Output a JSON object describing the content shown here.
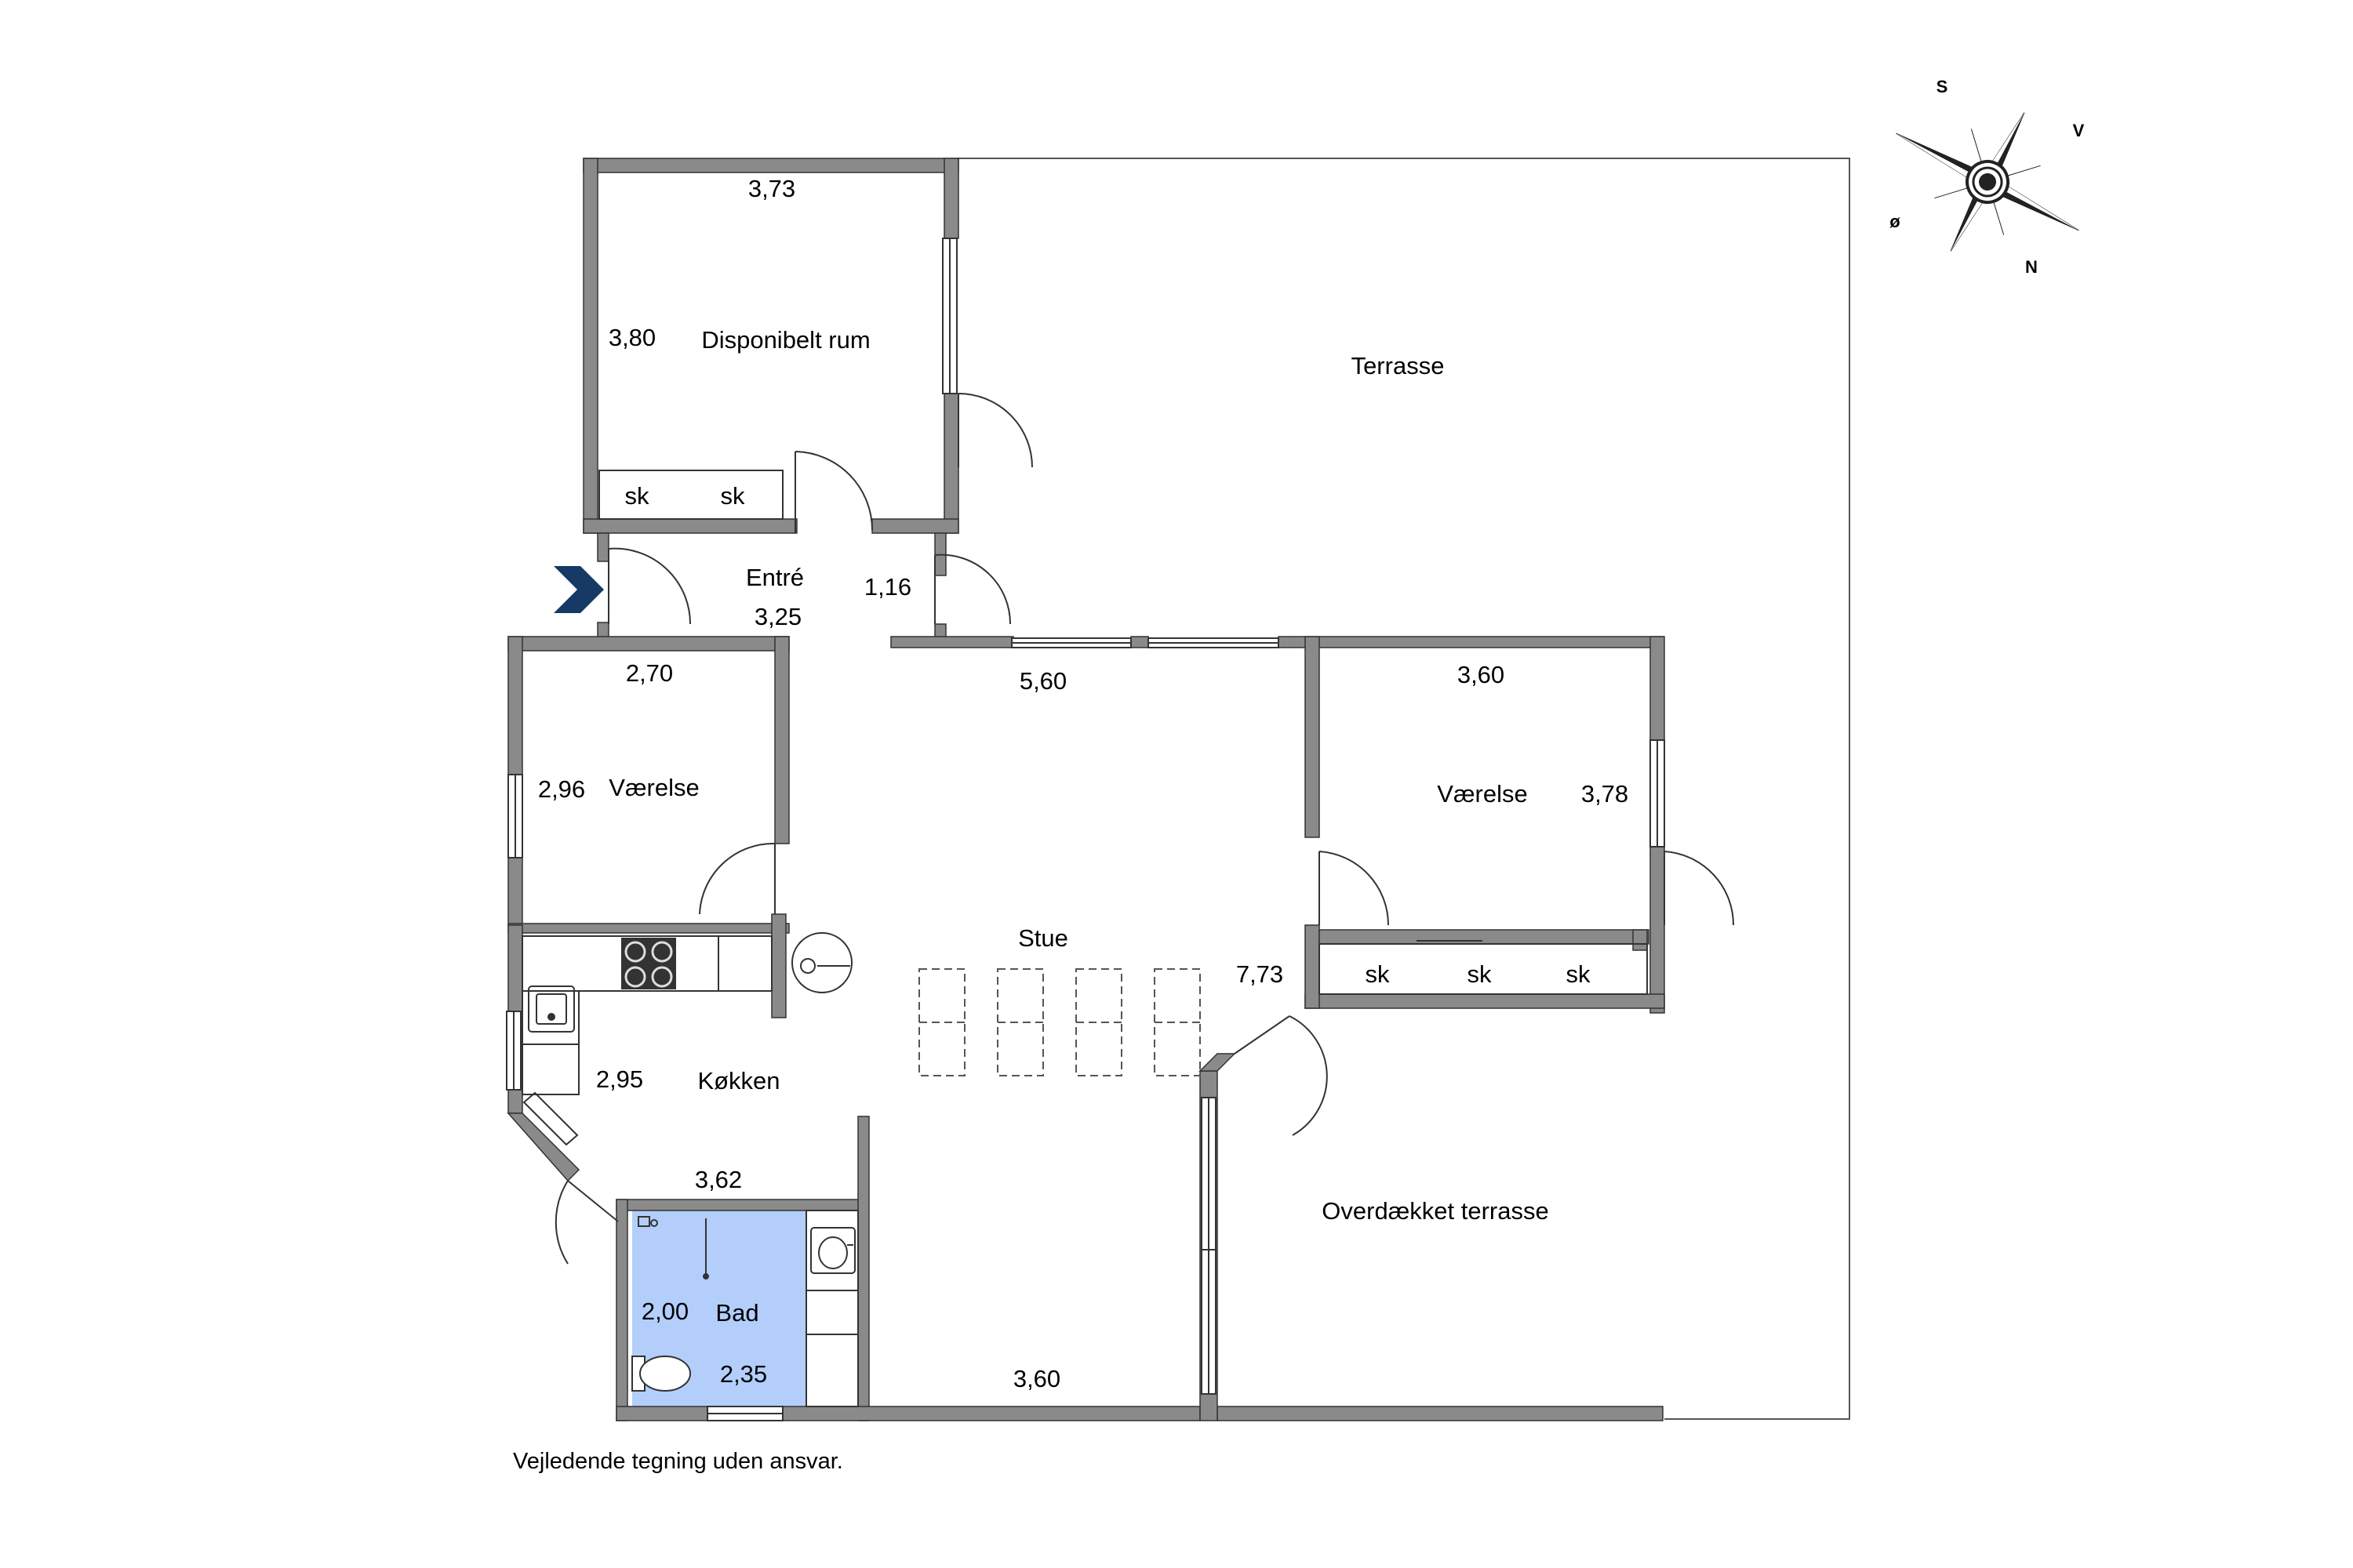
{
  "rooms": {
    "disponibelt": {
      "name": "Disponibelt rum",
      "width": "3,73",
      "depth": "3,80",
      "closet_a": "sk",
      "closet_b": "sk"
    },
    "terrasse": {
      "name": "Terrasse"
    },
    "entre": {
      "name": "Entré",
      "dim_a": "3,25",
      "dim_b": "1,16"
    },
    "vaerelse_left": {
      "name": "Værelse",
      "width": "2,70",
      "depth": "2,96"
    },
    "vaerelse_right": {
      "name": "Værelse",
      "width": "3,60",
      "depth": "3,78",
      "closet_a": "sk",
      "closet_b": "sk",
      "closet_c": "sk"
    },
    "stue": {
      "name": "Stue",
      "width_top": "5,60",
      "depth": "7,73",
      "width_bottom": "3,60"
    },
    "koekken": {
      "name": "Køkken",
      "depth": "2,95",
      "width": "3,62"
    },
    "bad": {
      "name": "Bad",
      "depth": "2,00",
      "width": "2,35",
      "fill": "#b3cefb"
    },
    "overdaekket": {
      "name": "Overdækket terrasse"
    }
  },
  "compass": {
    "s": "S",
    "v": "V",
    "oe": "ø",
    "n": "N"
  },
  "disclaimer": "Vejledende tegning uden ansvar.",
  "colors": {
    "wall": "#8a8a8a",
    "bath": "#b3cefb",
    "entry_arrow": "#163a66"
  }
}
